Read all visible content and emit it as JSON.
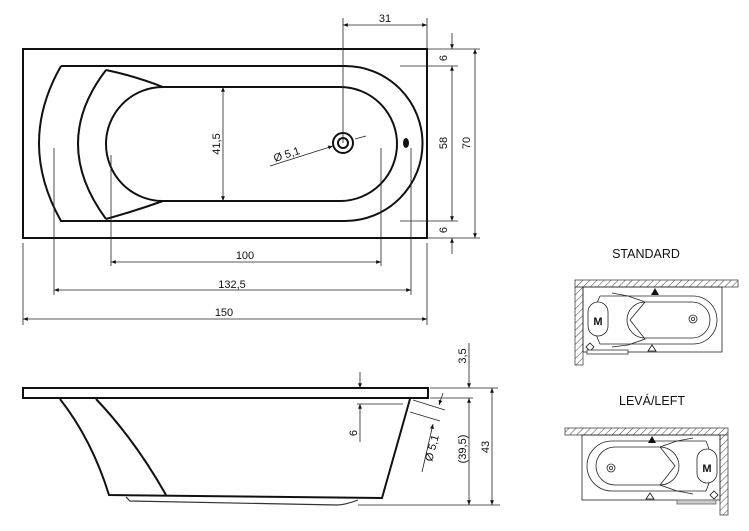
{
  "top_view": {
    "dims": {
      "overflow_offset": "31",
      "rim_top": "6",
      "inner_width": "58",
      "total_width": "70",
      "rim_bottom": "6",
      "basin_width": "41,5",
      "drain_diameter": "Ø 5,1",
      "basin_length": "100",
      "inner_length": "132,5",
      "total_length": "150"
    }
  },
  "side_view": {
    "dims": {
      "rim_thickness": "3,5",
      "overflow_depth": "6",
      "drain_diameter": "Ø 5,1",
      "inner_height": "(39,5)",
      "total_height": "43"
    }
  },
  "variants": [
    {
      "label": "STANDARD",
      "motor_mark": "M"
    },
    {
      "label": "LEVÁ/LEFT",
      "motor_mark": "M"
    }
  ],
  "colors": {
    "line": "#111111",
    "background": "#ffffff",
    "panel_gray": "#cccccc"
  }
}
